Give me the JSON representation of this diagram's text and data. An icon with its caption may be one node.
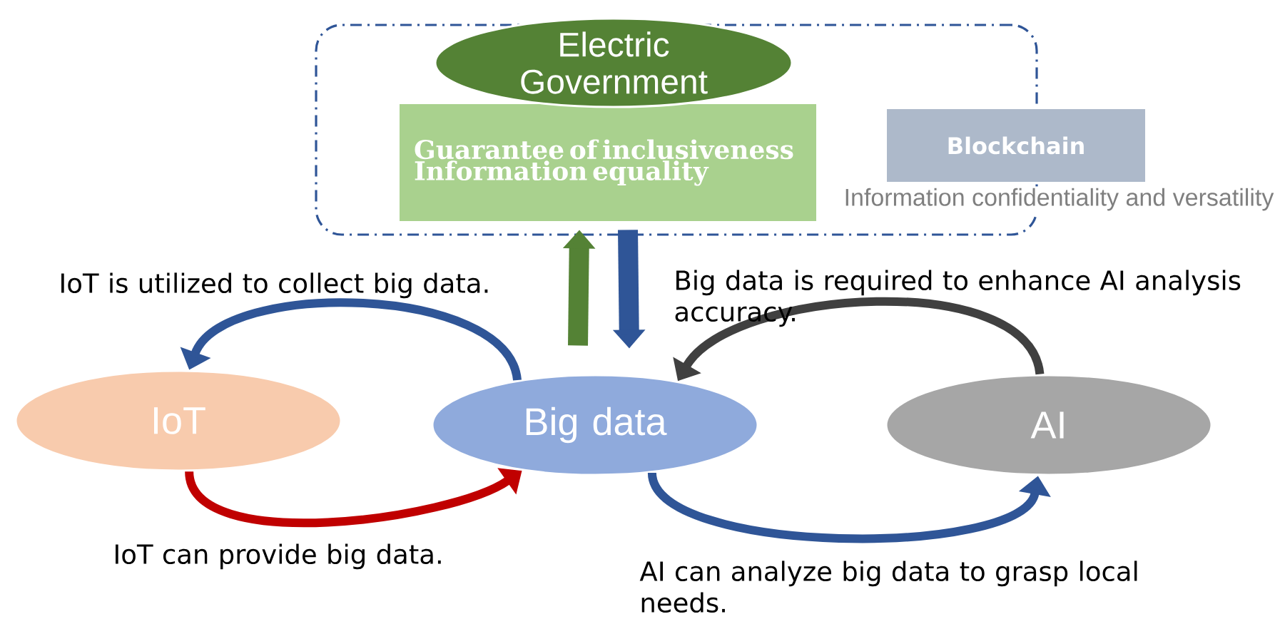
{
  "diagram": {
    "nodes": [
      {
        "text": [],
        "shape": "box"
      },
      {
        "text": [
          "Electric Government"
        ]
      },
      {
        "text": [
          "Guarantee of inclusiveness",
          "Information equality"
        ],
        "in": 0
      },
      {
        "text": [
          "Blockchain"
        ],
        "beside": [
          "Information confidentiality and versatility"
        ]
      },
      {
        "text": [
          "IoT"
        ]
      },
      {
        "text": [
          "Big data"
        ]
      },
      {
        "text": [
          "AI"
        ]
      }
    ],
    "edges": [
      {
        "from": 5,
        "to": 4,
        "arrow": "to",
        "color": "#2f5597",
        "label": "IoT is utilized to collect big data."
      },
      {
        "from": 4,
        "to": 5,
        "arrow": "to",
        "color": "#c00000",
        "label": "IoT can provide big data."
      },
      {
        "from": 6,
        "to": 5,
        "arrow": "to",
        "color": "#404040",
        "label": "Big data is required to enhance AI analysis accuracy."
      },
      {
        "from": 5,
        "to": 6,
        "arrow": "to",
        "color": "#2f5597",
        "label": "AI can analyze big data to grasp local needs."
      },
      {
        "from": 5,
        "to": 2,
        "arrow": "to",
        "color": "#548235",
        "style": "thick"
      },
      {
        "from": 2,
        "to": 5,
        "arrow": "to",
        "color": "#2f5597",
        "style": "thick"
      }
    ]
  }
}
